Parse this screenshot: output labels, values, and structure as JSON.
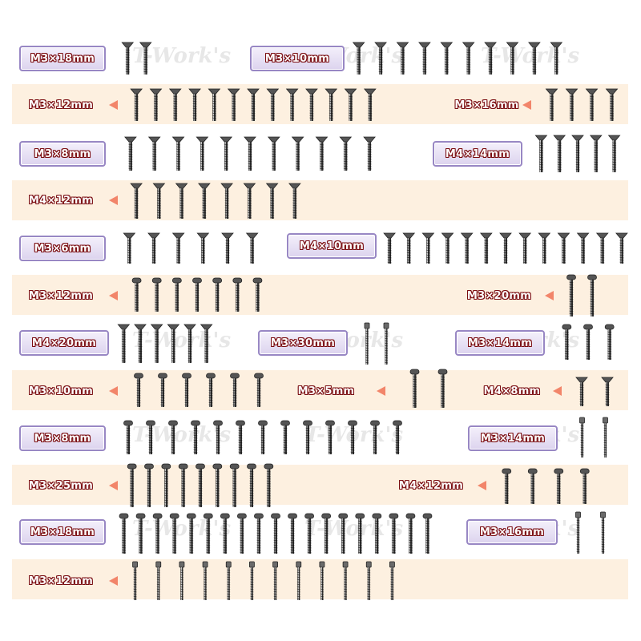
{
  "watermark": "T-Work's",
  "colors": {
    "band": "#fdf0e0",
    "label_border": "#9887c4",
    "label_text_outline": "#7a0c10",
    "arrow": "#f2856a",
    "screw_dark": "#2e2e2e",
    "screw_light": "#c8c8c8"
  },
  "rows": [
    {
      "style": "box",
      "groups": [
        {
          "label": "M3×18mm",
          "screw_type": "flat_head",
          "count": 2
        },
        {
          "label": "M3×10mm",
          "screw_type": "flat_head",
          "count": 10
        }
      ]
    },
    {
      "style": "arrow",
      "groups": [
        {
          "label": "M3×12mm",
          "screw_type": "flat_head",
          "count": 13
        },
        {
          "label": "M3×16mm",
          "screw_type": "flat_head",
          "count": 4
        }
      ]
    },
    {
      "style": "box",
      "groups": [
        {
          "label": "M3×8mm",
          "screw_type": "flat_head",
          "count": 11
        },
        {
          "label": "M4×14mm",
          "screw_type": "flat_head",
          "count": 5
        }
      ]
    },
    {
      "style": "arrow",
      "groups": [
        {
          "label": "M4×12mm",
          "screw_type": "flat_head",
          "count": 8
        }
      ]
    },
    {
      "style": "box",
      "groups": [
        {
          "label": "M3×6mm",
          "screw_type": "flat_head",
          "count": 6
        },
        {
          "label": "M4×10mm",
          "screw_type": "flat_head",
          "count": 13
        }
      ]
    },
    {
      "style": "arrow",
      "groups": [
        {
          "label": "M3×12mm",
          "screw_type": "button_head",
          "count": 7
        },
        {
          "label": "M3×20mm",
          "screw_type": "button_head",
          "count": 2
        }
      ]
    },
    {
      "style": "box",
      "groups": [
        {
          "label": "M4×20mm",
          "screw_type": "flat_head",
          "count": 6
        },
        {
          "label": "M3×30mm",
          "screw_type": "cap_head",
          "count": 2
        },
        {
          "label": "M3×14mm",
          "screw_type": "button_head",
          "count": 3
        }
      ]
    },
    {
      "style": "arrow",
      "groups": [
        {
          "label": "M3×10mm",
          "screw_type": "button_head",
          "count": 6
        },
        {
          "label": "M3×5mm",
          "screw_type": "button_head",
          "count": 2
        },
        {
          "label": "M4×8mm",
          "screw_type": "flat_head",
          "count": 2
        }
      ]
    },
    {
      "style": "box",
      "groups": [
        {
          "label": "M3×8mm",
          "screw_type": "button_head",
          "count": 13
        },
        {
          "label": "M3×14mm",
          "screw_type": "cap_head",
          "count": 2
        }
      ]
    },
    {
      "style": "arrow",
      "groups": [
        {
          "label": "M3×25mm",
          "screw_type": "button_head",
          "count": 9
        },
        {
          "label": "M4×12mm",
          "screw_type": "button_head",
          "count": 4
        }
      ]
    },
    {
      "style": "box",
      "groups": [
        {
          "label": "M3×18mm",
          "screw_type": "button_head",
          "count": 19
        },
        {
          "label": "M3×16mm",
          "screw_type": "cap_head",
          "count": 2
        }
      ]
    },
    {
      "style": "arrow",
      "groups": [
        {
          "label": "M3×12mm",
          "screw_type": "cap_head",
          "count": 12
        }
      ]
    }
  ]
}
